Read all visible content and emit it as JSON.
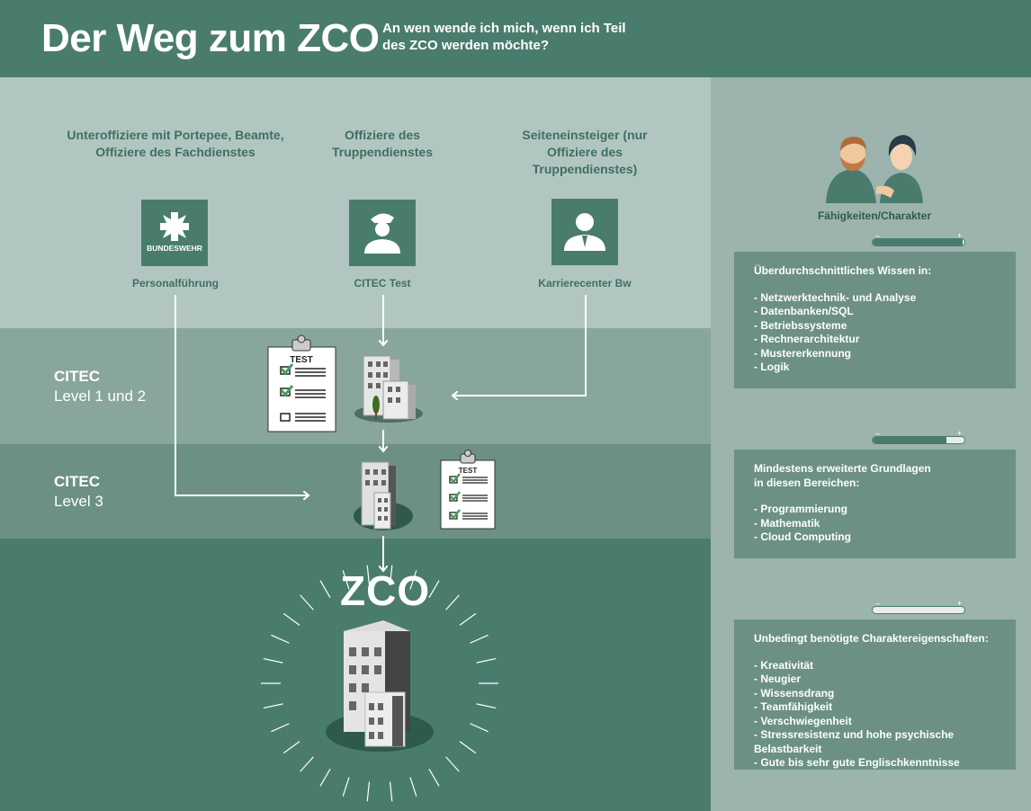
{
  "header": {
    "title": "Der Weg zum ZCO",
    "subtitle": "An wen wende ich mich, wenn ich Teil des ZCO werden möchte?"
  },
  "sources": [
    {
      "label": "Unteroffiziere mit Portepee, Beamte, Offiziere des Fachdienstes",
      "caption": "Personalführung",
      "icon": "bundeswehr-logo-icon",
      "icon_text": "BUNDESWEHR"
    },
    {
      "label": "Offiziere des Truppendienstes",
      "caption": "CITEC Test",
      "icon": "officer-icon"
    },
    {
      "label": "Seiteneinsteiger (nur Offiziere des Truppendienstes)",
      "caption": "Karrierecenter Bw",
      "icon": "civilian-icon"
    }
  ],
  "levels": [
    {
      "line1": "CITEC",
      "line2": "Level 1 und 2"
    },
    {
      "line1": "CITEC",
      "line2": "Level 3"
    }
  ],
  "test_label": "TEST",
  "goal": "ZCO",
  "characters": {
    "label": "Fähigkeiten/Charakter"
  },
  "slider_marks": {
    "minus": "–",
    "plus": "+"
  },
  "skills": [
    {
      "level": 0.98,
      "heading": "Überdurchschnittliches Wissen in:",
      "items": [
        "- Netzwerktechnik- und Analyse",
        "- Datenbanken/SQL",
        "- Betriebssysteme",
        "- Rechnerarchitektur",
        "- Mustererkennung",
        "- Logik"
      ]
    },
    {
      "level": 0.8,
      "heading": "Mindestens erweiterte Grundlagen\nin diesen Bereichen:",
      "items": [
        "- Programmierung",
        "- Mathematik",
        "- Cloud Computing"
      ]
    },
    {
      "level": 0.0,
      "heading": "Unbedingt benötigte Charaktereigenschaften:",
      "items": [
        "- Kreativität",
        "- Neugier",
        "- Wissensdrang",
        "- Teamfähigkeit",
        "- Verschwiegenheit",
        "- Stressresistenz und hohe psychische Belastbarkeit",
        "- Gute bis sehr gute Englischkenntnisse"
      ]
    }
  ],
  "colors": {
    "dark_green": "#4a7c6e",
    "light_band": "#b2c6c1",
    "mid_band": "#89a69d",
    "band3": "#6c9085",
    "panel": "#9cb4ad"
  }
}
